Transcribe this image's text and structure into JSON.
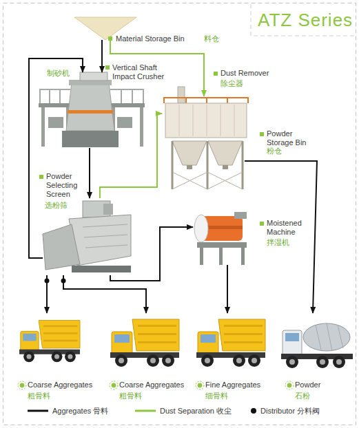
{
  "diagram": {
    "title": "ATZ Series",
    "nodes": [
      {
        "text": [
          "Material Storage Bin",
          "料仓"
        ]
      },
      {
        "text": [
          "Vertical Shaft Impact Crusher",
          "制砂机"
        ]
      },
      {
        "text": [
          "Dust Remover",
          "除尘器"
        ]
      },
      {
        "text": [
          "Powder Storage Bin",
          "粉仓"
        ]
      },
      {
        "text": [
          "Powder Selecting Screen",
          "选粉筛"
        ]
      },
      {
        "text": [
          "Moistened Machine",
          "拌湿机"
        ]
      },
      {
        "text": [
          "Coarse Aggregates",
          "粗骨料"
        ]
      },
      {
        "text": [
          "Coarse Aggregates",
          "粗骨料"
        ]
      },
      {
        "text": [
          "Fine Aggregates",
          "细骨料"
        ]
      },
      {
        "text": [
          "Powder",
          "石粉"
        ]
      }
    ],
    "edges": [
      {
        "from": 0,
        "to": 1,
        "arrow": "to"
      },
      {
        "from": 0,
        "to": 2,
        "arrow": "to"
      },
      {
        "from": 1,
        "to": 4,
        "arrow": "to"
      },
      {
        "from": 4,
        "to": 2,
        "arrow": "to"
      },
      {
        "from": 4,
        "to": 5,
        "arrow": "to"
      },
      {
        "from": 4,
        "to": 1,
        "arrow": "to"
      },
      {
        "from": 4,
        "to": 6,
        "arrow": "to"
      },
      {
        "from": 4,
        "to": 7,
        "arrow": "to"
      },
      {
        "from": 5,
        "to": 8,
        "arrow": "to"
      },
      {
        "from": 3,
        "to": 9,
        "arrow": "to"
      }
    ],
    "legend": [
      {
        "text": "Aggregates 骨料"
      },
      {
        "text": "Dust Separation 收尘"
      },
      {
        "text": "Distributor 分料阀"
      }
    ]
  }
}
